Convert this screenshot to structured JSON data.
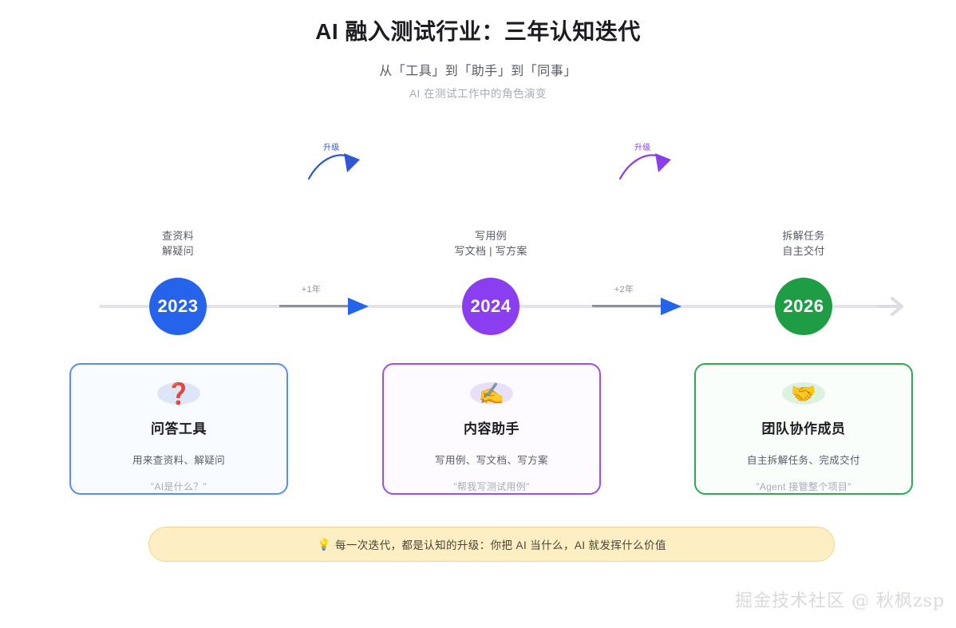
{
  "header": {
    "title": "AI 融入测试行业：三年认知迭代",
    "subtitle_1": "从「工具」到「助手」到「同事」",
    "subtitle_2": "AI 在测试工作中的角色演变"
  },
  "arcs": [
    {
      "label": "升级",
      "color": "#2f58d8"
    },
    {
      "label": "升级",
      "color": "#8b3ef0"
    }
  ],
  "timeline": {
    "nodes": [
      {
        "year": "2023",
        "color": "#2563eb",
        "caption_line_1": "查资料",
        "caption_line_2": "解疑问"
      },
      {
        "year": "2024",
        "color": "#8b3ef0",
        "caption_line_1": "写用例",
        "caption_line_2": "写文档 | 写方案"
      },
      {
        "year": "2026",
        "color": "#1f9d45",
        "caption_line_1": "拆解任务",
        "caption_line_2": "自主交付"
      }
    ],
    "gaps": [
      {
        "label": "+1年",
        "arrow_color": "#2563eb"
      },
      {
        "label": "+2年",
        "arrow_color": "#2563eb"
      }
    ],
    "track_color": "#e3e4e8",
    "segment_color": "#8d909b",
    "end_arrow_color": "#dcdde1"
  },
  "cards": [
    {
      "icon": "❓",
      "icon_name": "question-mark-icon",
      "icon_bg": "#dde6f8",
      "title": "问答工具",
      "desc": "用来查资料、解疑问",
      "quote": "\"AI是什么？\"",
      "border": "#5b8def",
      "bg": "#f8fbff"
    },
    {
      "icon": "✍️",
      "icon_name": "writing-hand-icon",
      "icon_bg": "#e8e0f8",
      "title": "内容助手",
      "desc": "写用例、写文档、写方案",
      "quote": "\"帮我写测试用例\"",
      "border": "#9b4ff0",
      "bg": "#fdfbff"
    },
    {
      "icon": "🤝",
      "icon_name": "handshake-icon",
      "icon_bg": "#dcf2e0",
      "title": "团队协作成员",
      "desc": "自主拆解任务、完成交付",
      "quote": "\"Agent 接管整个项目\"",
      "border": "#2fa94f",
      "bg": "#fafefb"
    }
  ],
  "banner": {
    "icon": "💡",
    "text": "每一次迭代，都是认知的升级：你把 AI 当什么，AI 就发挥什么价值",
    "bg": "#fdeec3",
    "border": "#f1d68a"
  },
  "watermark": {
    "text": "掘金技术社区 @ 秋枫zsp"
  }
}
